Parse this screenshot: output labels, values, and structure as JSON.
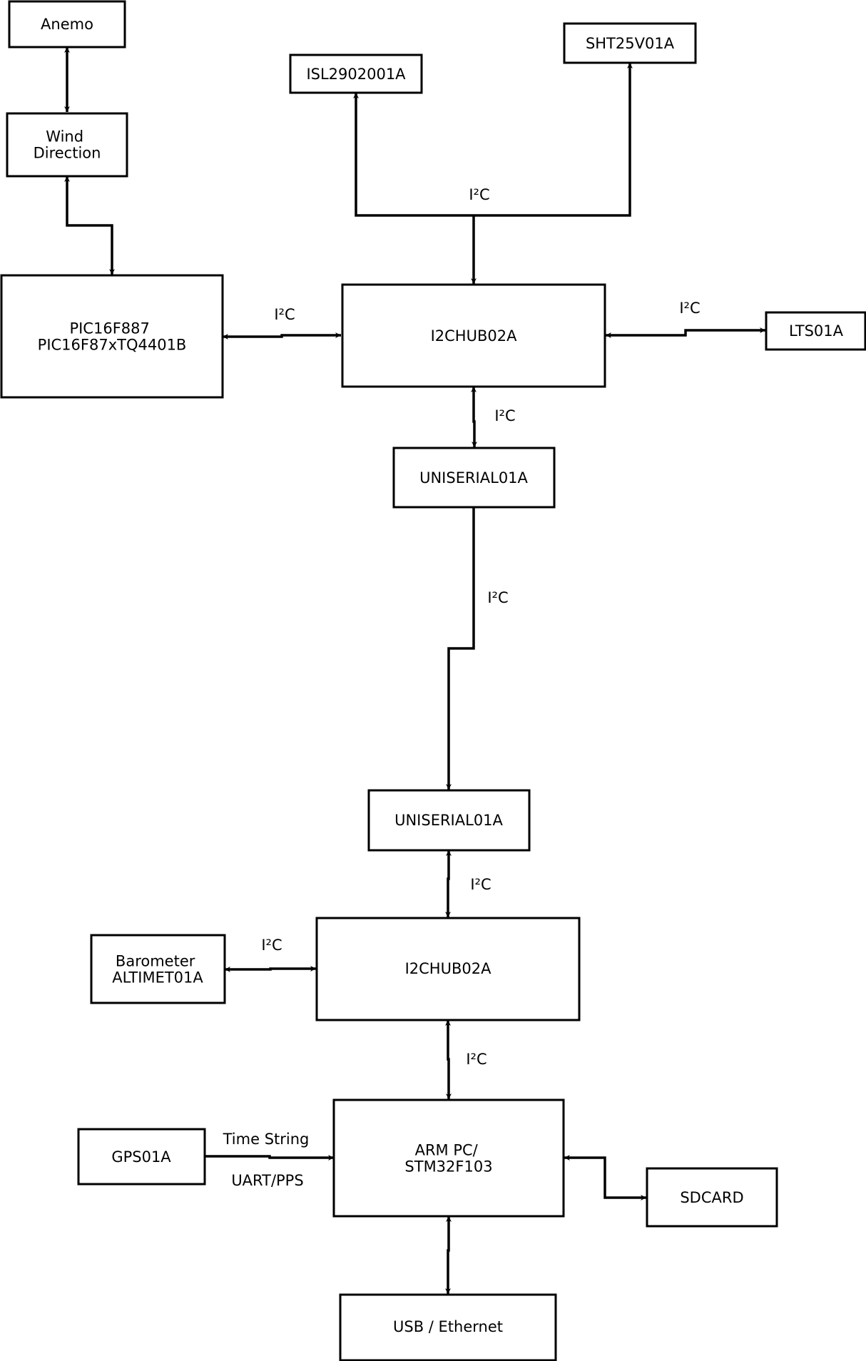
{
  "colors": {
    "stroke": "#000000",
    "background": "#ffffff"
  },
  "nodes": {
    "anemo": {
      "lines": [
        "Anemo"
      ]
    },
    "wind_direction": {
      "lines": [
        "Wind",
        "Direction"
      ]
    },
    "pic": {
      "lines": [
        "PIC16F887",
        "PIC16F87xTQ4401B"
      ]
    },
    "isl": {
      "lines": [
        "ISL2902001A"
      ]
    },
    "sht": {
      "lines": [
        "SHT25V01A"
      ]
    },
    "hub_top": {
      "lines": [
        "I2CHUB02A"
      ]
    },
    "lts": {
      "lines": [
        "LTS01A"
      ]
    },
    "uniserial_top": {
      "lines": [
        "UNISERIAL01A"
      ]
    },
    "uniserial_bottom": {
      "lines": [
        "UNISERIAL01A"
      ]
    },
    "barometer": {
      "lines": [
        "Barometer",
        "ALTIMET01A"
      ]
    },
    "hub_bottom": {
      "lines": [
        "I2CHUB02A"
      ]
    },
    "gps": {
      "lines": [
        "GPS01A"
      ]
    },
    "arm": {
      "lines": [
        "ARM PC/",
        "STM32F103"
      ]
    },
    "sdcard": {
      "lines": [
        "SDCARD"
      ]
    },
    "usb": {
      "lines": [
        "USB / Ethernet"
      ]
    }
  },
  "edge_labels": {
    "i2c_sensors": "I²C",
    "i2c_pic": "I²C",
    "i2c_lts": "I²C",
    "i2c_hub_uniserial": "I²C",
    "i2c_uniserial_link": "I²C",
    "i2c_uniserial_hub": "I²C",
    "i2c_barometer": "I²C",
    "i2c_hub_arm": "I²C",
    "gps_top": "Time String",
    "gps_bottom": "UART/PPS"
  }
}
